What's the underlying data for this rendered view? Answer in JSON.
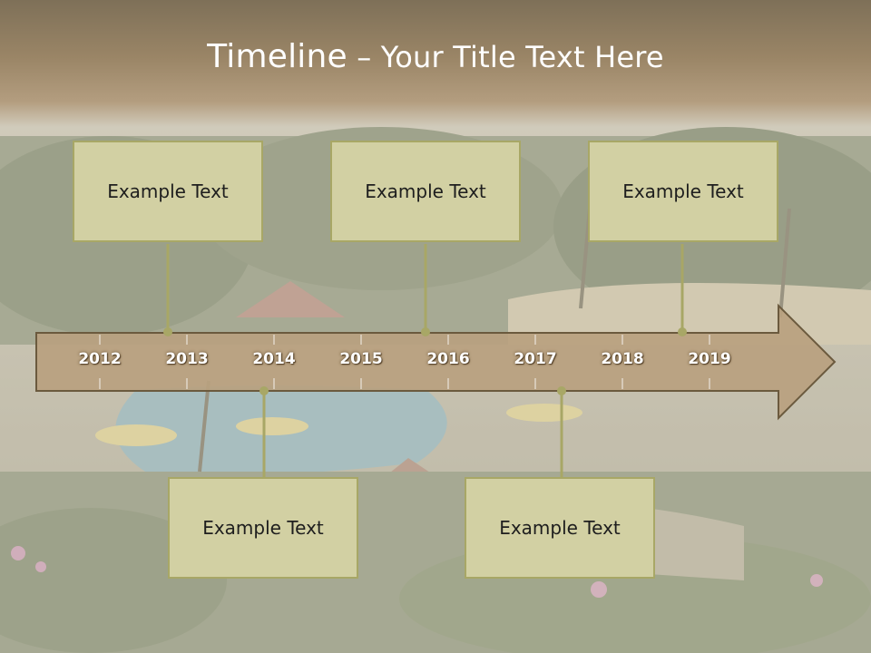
{
  "slide": {
    "title_main": "Timeline",
    "title_rest": " – Your Title Text Here"
  },
  "timeline": {
    "years": [
      "2012",
      "2013",
      "2014",
      "2015",
      "2016",
      "2017",
      "2018",
      "2019"
    ]
  },
  "events": [
    {
      "id": "top-1",
      "text": "Example Text"
    },
    {
      "id": "top-2",
      "text": "Example Text"
    },
    {
      "id": "top-3",
      "text": "Example Text"
    },
    {
      "id": "bottom-1",
      "text": "Example Text"
    },
    {
      "id": "bottom-2",
      "text": "Example Text"
    }
  ],
  "colors": {
    "box_fill": "#d2d0a3",
    "box_border": "#a8a766",
    "arrow_fill": "#b9a17f",
    "arrow_border": "#6b5a3e",
    "connector": "#a8a766"
  }
}
